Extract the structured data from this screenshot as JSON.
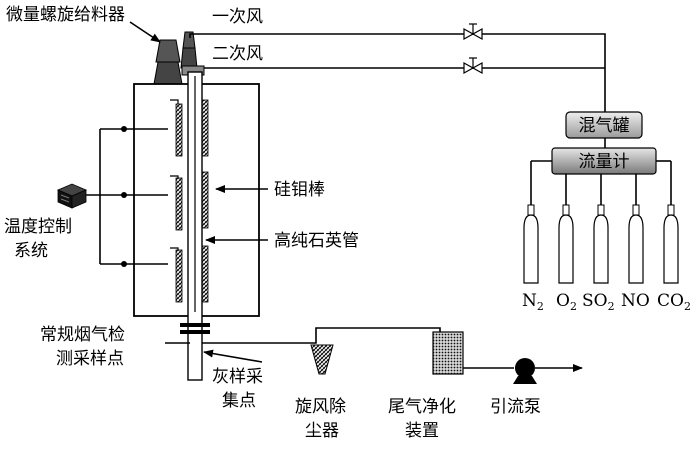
{
  "labels": {
    "feeder": "微量螺旋给料器",
    "primary_air": "一次风",
    "secondary_air": "二次风",
    "temp_control_1": "温度控制",
    "temp_control_2": "系统",
    "heating_rod": "硅钼棒",
    "quartz_tube": "高纯石英管",
    "mixing_tank": "混气罐",
    "flowmeter": "流量计",
    "flue_sampling_1": "常规烟气检",
    "flue_sampling_2": "测采样点",
    "ash_sampling_1": "灰样采",
    "ash_sampling_2": "集点",
    "cyclone_1": "旋风除",
    "cyclone_2": "尘器",
    "tail_gas_1": "尾气净化",
    "tail_gas_2": "装置",
    "induced_pump": "引流泵"
  },
  "gases": [
    {
      "main": "N",
      "sub": "2"
    },
    {
      "main": "O",
      "sub": "2"
    },
    {
      "main": "SO",
      "sub": "2"
    },
    {
      "main": "NO",
      "sub": ""
    },
    {
      "main": "CO",
      "sub": "2"
    }
  ]
}
